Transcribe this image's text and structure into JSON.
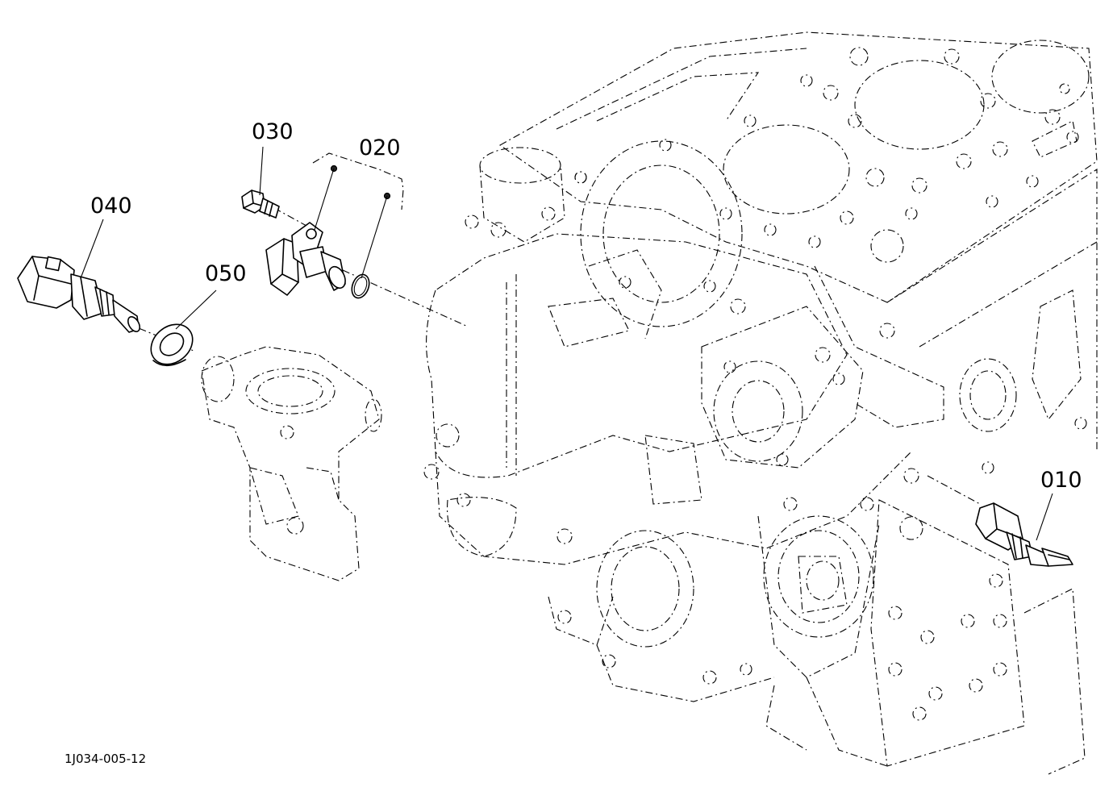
{
  "figure_id": "1J034-005-12",
  "callouts": [
    {
      "id": "010",
      "label": "010"
    },
    {
      "id": "020",
      "label": "020"
    },
    {
      "id": "030",
      "label": "030"
    },
    {
      "id": "040",
      "label": "040"
    },
    {
      "id": "050",
      "label": "050"
    }
  ],
  "colors": {
    "ink": "#000000",
    "paper": "#ffffff"
  }
}
